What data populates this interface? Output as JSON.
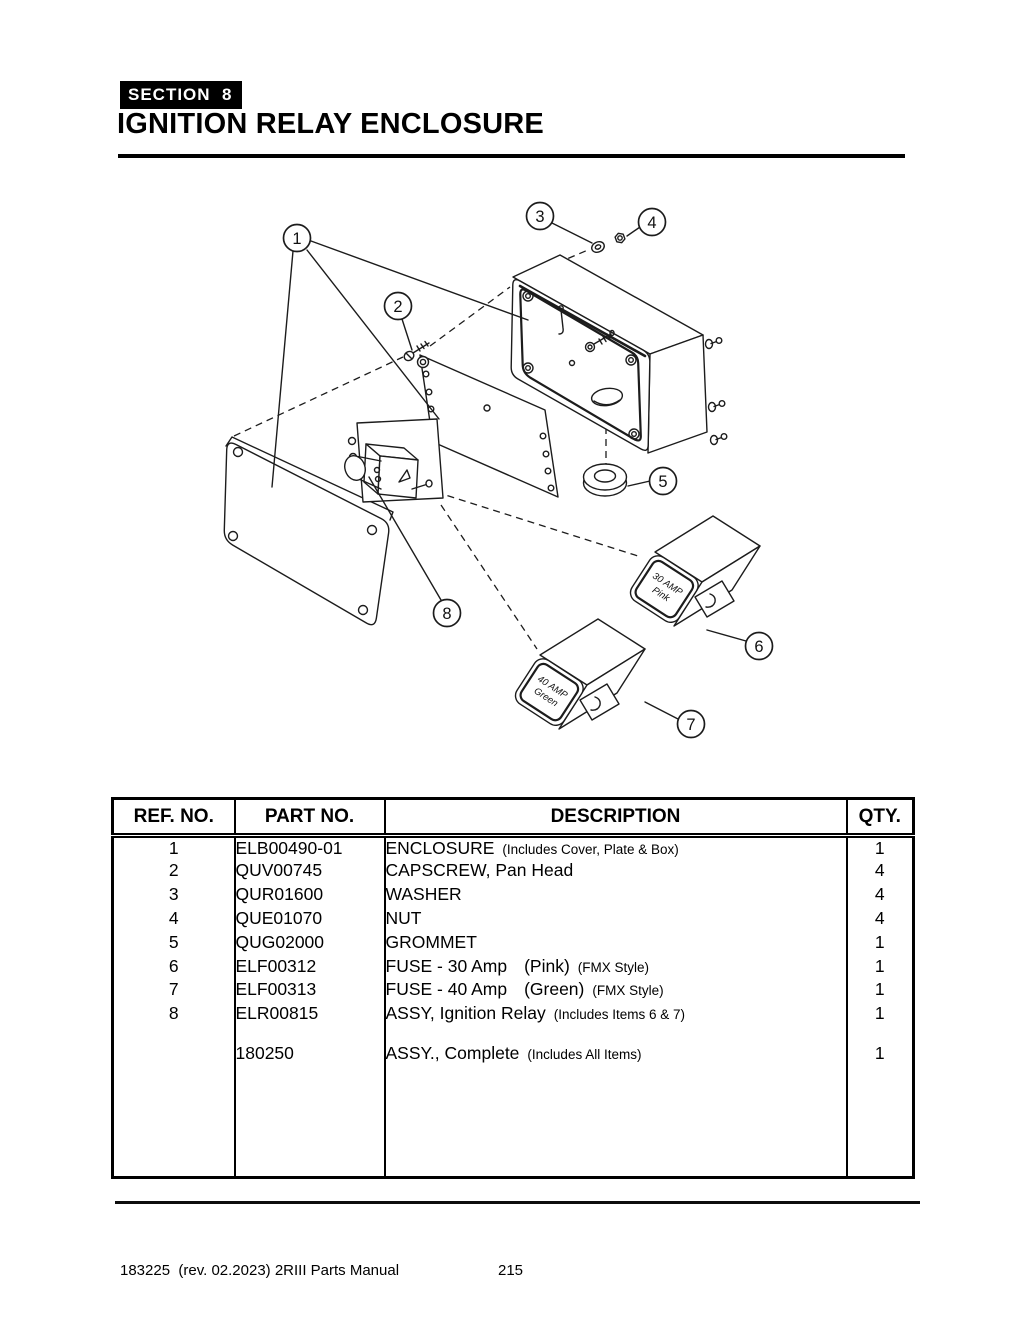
{
  "header": {
    "section_label": "SECTION  8",
    "title": "IGNITION RELAY ENCLOSURE"
  },
  "diagram": {
    "callouts": [
      "1",
      "2",
      "3",
      "4",
      "5",
      "6",
      "7",
      "8"
    ],
    "fuse_30": {
      "line1": "30 AMP",
      "line2": "Pink"
    },
    "fuse_40": {
      "line1": "40 AMP",
      "line2": "Green"
    }
  },
  "table": {
    "headers": [
      "REF. NO.",
      "PART NO.",
      "DESCRIPTION",
      "QTY."
    ],
    "rows": [
      {
        "ref": "1",
        "part": "ELB00490-01",
        "d1": "ENCLOSURE",
        "d2": "",
        "small": "(Includes Cover, Plate & Box)",
        "qty": "1"
      },
      {
        "ref": "2",
        "part": "QUV00745",
        "d1": "CAPSCREW, Pan Head",
        "d2": "",
        "small": "",
        "qty": "4"
      },
      {
        "ref": "3",
        "part": "QUR01600",
        "d1": "WASHER",
        "d2": "",
        "small": "",
        "qty": "4"
      },
      {
        "ref": "4",
        "part": "QUE01070",
        "d1": "NUT",
        "d2": "",
        "small": "",
        "qty": "4"
      },
      {
        "ref": "5",
        "part": "QUG02000",
        "d1": "GROMMET",
        "d2": "",
        "small": "",
        "qty": "1"
      },
      {
        "ref": "6",
        "part": "ELF00312",
        "d1": "FUSE - 30 Amp",
        "d2": "(Pink)",
        "small": "(FMX Style)",
        "qty": "1"
      },
      {
        "ref": "7",
        "part": "ELF00313",
        "d1": "FUSE - 40 Amp",
        "d2": "(Green)",
        "small": "(FMX Style)",
        "qty": "1"
      },
      {
        "ref": "8",
        "part": "ELR00815",
        "d1": "ASSY, Ignition Relay",
        "d2": "",
        "small": "(Includes Items 6 & 7)",
        "qty": "1"
      },
      {
        "ref": "",
        "part": "",
        "d1": "",
        "d2": "",
        "small": "",
        "qty": ""
      },
      {
        "ref": "",
        "part": "180250",
        "d1": "ASSY., Complete",
        "d2": "",
        "small": "(Includes All Items)",
        "qty": "1"
      }
    ]
  },
  "footer": {
    "left_text": "183225  (rev. 02.2023) 2RIII Parts Manual",
    "page_number": "215"
  }
}
